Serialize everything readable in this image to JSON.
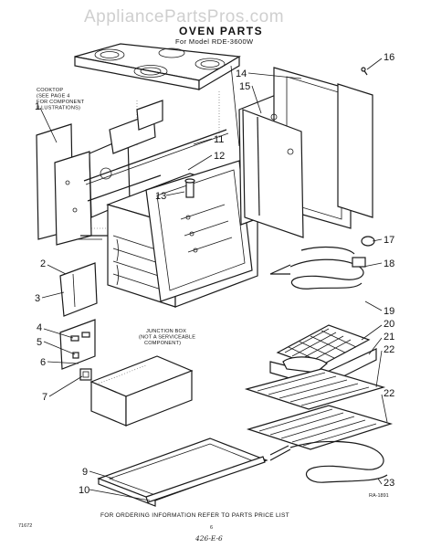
{
  "watermark": "AppliancePartsPros.com",
  "title": "OVEN PARTS",
  "subtitle": "For Model RDE-3600W",
  "callouts": {
    "cooktop": [
      "COOKTOP",
      "(SEE PAGE 4",
      "FOR COMPONENT",
      "ILLUSTRATIONS)"
    ],
    "junction": [
      "JUNCTION BOX",
      "(NOT A SERVICEABLE",
      "COMPONENT)"
    ]
  },
  "part_numbers": [
    "1",
    "2",
    "3",
    "4",
    "5",
    "6",
    "7",
    "9",
    "10",
    "11",
    "12",
    "13",
    "14",
    "15",
    "16",
    "17",
    "18",
    "19",
    "20",
    "21",
    "22",
    "22",
    "23"
  ],
  "footer": "FOR ORDERING INFORMATION REFER TO PARTS PRICE LIST",
  "page_number": "6",
  "doc_code": "RA-1891",
  "left_code": "71672",
  "handwritten": "426-E-6"
}
